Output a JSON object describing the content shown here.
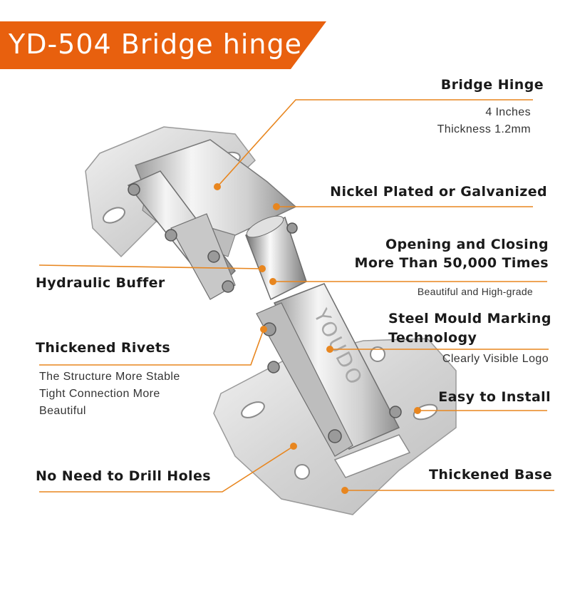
{
  "banner": {
    "title": "YD-504 Bridge hinge",
    "color": "#e8600e"
  },
  "accent_color": "#e8861f",
  "labels": {
    "bridge_hinge": "Bridge Hinge",
    "size": "4 Inches",
    "thickness": "Thickness 1.2mm",
    "nickel": "Nickel Plated or Galvanized",
    "opening_1": "Opening and Closing",
    "opening_2": "More Than 50,000 Times",
    "beautiful": "Beautiful and High-grade",
    "hydraulic": "Hydraulic Buffer",
    "steel_1": "Steel Mould Marking",
    "steel_2": "Technology",
    "logo_visible": "Clearly Visible Logo",
    "rivets": "Thickened Rivets",
    "structure_1": "The Structure More Stable",
    "structure_2": "Tight Connection More",
    "structure_3": "Beautiful",
    "easy_install": "Easy to Install",
    "no_drill": "No Need to Drill Holes",
    "base": "Thickened Base"
  },
  "product": {
    "logo_text": "YOUDO"
  }
}
